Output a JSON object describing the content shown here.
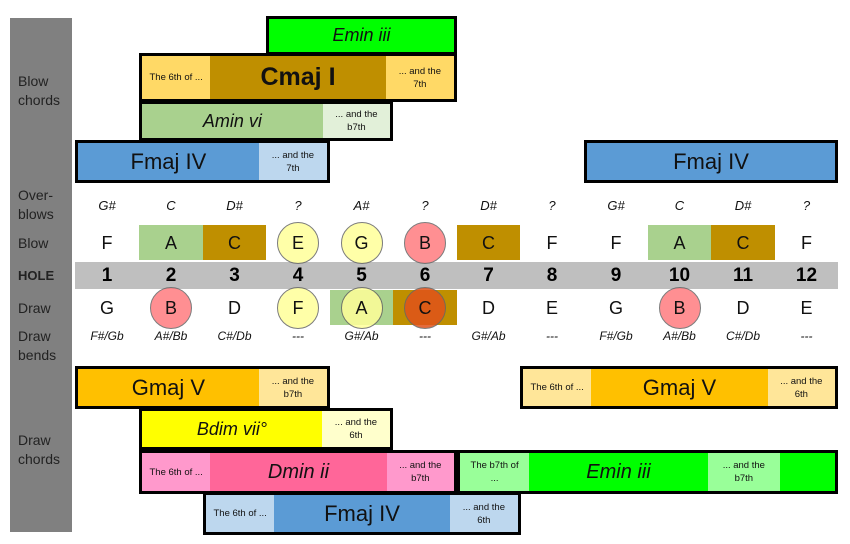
{
  "labels": {
    "blow_chords": [
      "Blow",
      "chords"
    ],
    "overblows": [
      "Over-",
      "blows"
    ],
    "blow": "Blow",
    "hole": "HOLE",
    "draw": "Draw",
    "draw_bends": [
      "Draw",
      "bends"
    ],
    "draw_chords": [
      "Draw",
      "chords"
    ]
  },
  "holes": [
    "1",
    "2",
    "3",
    "4",
    "5",
    "6",
    "7",
    "8",
    "9",
    "10",
    "11",
    "12"
  ],
  "overblows": [
    "G#",
    "C",
    "D#",
    "?",
    "A#",
    "?",
    "D#",
    "?",
    "G#",
    "C",
    "D#",
    "?"
  ],
  "blow": [
    "F",
    "A",
    "C",
    "E",
    "G",
    "B",
    "C",
    "F",
    "F",
    "A",
    "C",
    "F"
  ],
  "draw": [
    "G",
    "B",
    "D",
    "F",
    "A",
    "C",
    "D",
    "E",
    "G",
    "B",
    "D",
    "E"
  ],
  "draw_bends": [
    "F#/Gb",
    "A#/Bb",
    "C#/Db",
    "---",
    "G#/Ab",
    "---",
    "G#/Ab",
    "---",
    "F#/Gb",
    "A#/Bb",
    "C#/Db",
    "---"
  ],
  "blow_chords": [
    {
      "segments": [
        {
          "text": "Emin iii",
          "color": "#00ff00"
        }
      ]
    },
    {
      "segments": [
        {
          "text": "The 6th of ...",
          "color": "#ffd966",
          "note": true
        },
        {
          "text": "Cmaj I",
          "color": "#bf8f00"
        },
        {
          "text": "... and the 7th",
          "color": "#ffd966",
          "note": true
        }
      ]
    },
    {
      "segments": [
        {
          "text": "Amin vi",
          "color": "#a9d18e"
        },
        {
          "text": "... and the b7th",
          "color": "#e2f0d9",
          "note": true
        }
      ]
    },
    {
      "segments": [
        {
          "text": "Fmaj IV",
          "color": "#5b9bd5"
        },
        {
          "text": "... and the 7th",
          "color": "#bdd7ee",
          "note": true
        }
      ]
    },
    {
      "segments": [
        {
          "text": "Fmaj IV",
          "color": "#5b9bd5"
        }
      ]
    }
  ],
  "draw_chords": [
    {
      "segments": [
        {
          "text": "Gmaj V",
          "color": "#ffc000"
        },
        {
          "text": "... and the b7th",
          "color": "#ffe699",
          "note": true
        }
      ]
    },
    {
      "segments": [
        {
          "text": "The 6th of ...",
          "color": "#ffe699",
          "note": true
        },
        {
          "text": "Gmaj V",
          "color": "#ffc000"
        },
        {
          "text": "... and the 6th",
          "color": "#ffe699",
          "note": true
        }
      ]
    },
    {
      "segments": [
        {
          "text": "Bdim vii°",
          "color": "#ffff00"
        },
        {
          "text": "... and the 6th",
          "color": "#ffffcc",
          "note": true
        }
      ]
    },
    {
      "segments": [
        {
          "text": "The 6th of ...",
          "color": "#ff99cc",
          "note": true
        },
        {
          "text": "Dmin ii",
          "color": "#ff6699"
        },
        {
          "text": "... and the b7th",
          "color": "#ff99cc",
          "note": true
        }
      ]
    },
    {
      "segments": [
        {
          "text": "The b7th of ...",
          "color": "#99ff99",
          "note": true
        },
        {
          "text": "Emin iii",
          "color": "#00ff00"
        },
        {
          "text": "... and the b7th",
          "color": "#99ff99",
          "note": true
        },
        {
          "text": "",
          "color": "#00ff00"
        }
      ]
    },
    {
      "segments": [
        {
          "text": "The 6th of ...",
          "color": "#bdd7ee",
          "note": true
        },
        {
          "text": "Fmaj IV",
          "color": "#5b9bd5"
        },
        {
          "text": "... and the 6th",
          "color": "#bdd7ee",
          "note": true
        }
      ]
    }
  ],
  "colors": {
    "sidebar": "#808080",
    "hole_band": "#bfbfbf",
    "amin_cell": "#a9d18e",
    "cmaj_cell": "#bf8f00",
    "circle_yellow": "#ffff99",
    "circle_red": "#ff7c80",
    "circle_orange": "#e0521b"
  }
}
